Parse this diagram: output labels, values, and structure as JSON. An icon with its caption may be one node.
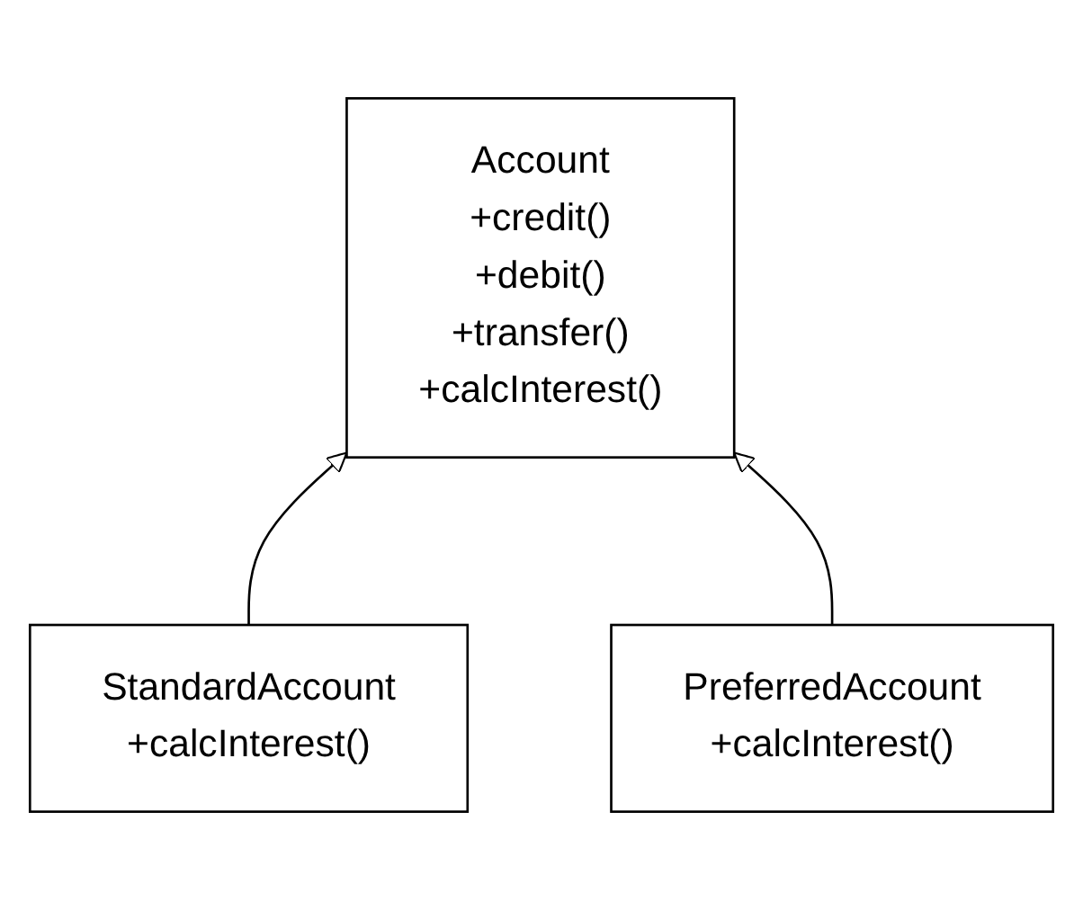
{
  "diagram": {
    "nodes": [
      {
        "text": [
          "Account",
          "+credit() +debit() +transfer() +calcInterest()"
        ]
      },
      {
        "text": [
          "StandardAccount",
          "+calcInterest()"
        ]
      },
      {
        "text": [
          "PreferredAccount",
          "+calcInterest()"
        ]
      }
    ],
    "edges": [
      {
        "from": 1,
        "to": 0,
        "arrow": "to"
      },
      {
        "from": 2,
        "to": 0,
        "arrow": "to"
      }
    ]
  }
}
